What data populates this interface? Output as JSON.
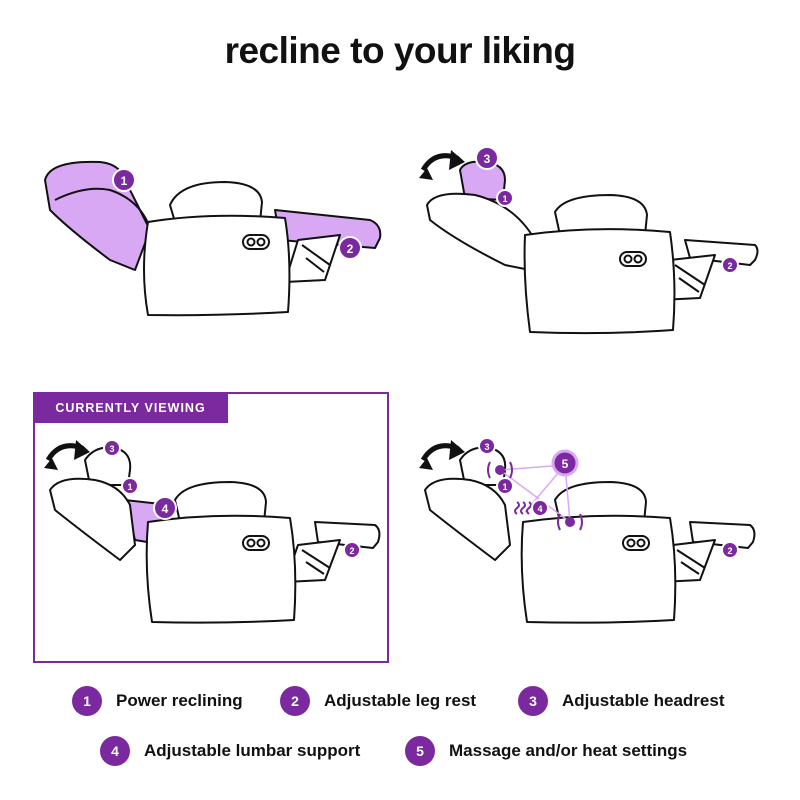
{
  "title": "recline to your liking",
  "colors": {
    "accent": "#7a2a9e",
    "highlight": "#d9a8f5",
    "line": "#111111"
  },
  "panels": [
    {
      "name": "power-reclining-panel",
      "markers": [
        "1",
        "2"
      ]
    },
    {
      "name": "adjustable-headrest-panel",
      "markers": [
        "3",
        "1",
        "2"
      ]
    },
    {
      "name": "lumbar-support-panel",
      "markers": [
        "3",
        "1",
        "4",
        "2"
      ],
      "tab_label": "CURRENTLY VIEWING"
    },
    {
      "name": "massage-heat-panel",
      "markers": [
        "3",
        "5",
        "1",
        "4",
        "2"
      ]
    }
  ],
  "legend": [
    {
      "num": "1",
      "label": "Power reclining"
    },
    {
      "num": "2",
      "label": "Adjustable leg rest"
    },
    {
      "num": "3",
      "label": "Adjustable headrest"
    },
    {
      "num": "4",
      "label": "Adjustable lumbar support"
    },
    {
      "num": "5",
      "label": "Massage and/or heat settings"
    }
  ]
}
